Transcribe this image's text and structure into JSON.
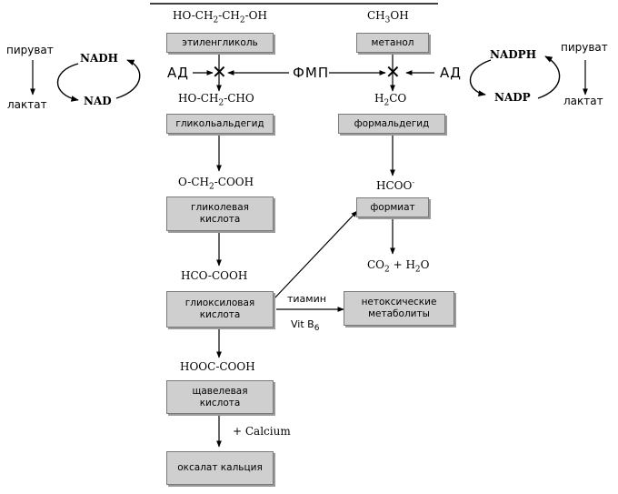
{
  "formulas": {
    "ethylene_glycol_a": "HO-CH",
    "ethylene_glycol_b": "-CH",
    "ethylene_glycol_c": "-OH",
    "methanol_a": "CH",
    "methanol_b": "OH",
    "glycolaldehyde": "HO-CH",
    "glycolaldehyde_b": "-CHO",
    "formaldehyde_a": "H",
    "formaldehyde_b": "CO",
    "glycolic_a": "O-CH",
    "glycolic_b": "-COOH",
    "formate_a": "HCOO",
    "formate_sup": "-",
    "glyoxylic": "HCO-COOH",
    "co2_a": "CO",
    "co2_b": " + H",
    "co2_c": "O",
    "oxalic": "HOOC-COOH",
    "sub2": "2",
    "sub3": "3"
  },
  "boxes": {
    "ethylene_glycol": "этиленгликоль",
    "methanol": "метанол",
    "glycolaldehyde": "гликольальдегид",
    "formaldehyde": "формальдегид",
    "glycolic_1": "гликолевая",
    "glycolic_2": "кислота",
    "formate": "формиат",
    "glyoxylic_1": "глиоксиловая",
    "glyoxylic_2": "кислота",
    "nontoxic_1": "нетоксические",
    "nontoxic_2": "метаболиты",
    "oxalic_1": "щавелевая",
    "oxalic_2": "кислота",
    "calcium_oxalate": "оксалат кальция"
  },
  "labels": {
    "pyruvate": "пируват",
    "lactate": "лактат",
    "nadh": "NADH",
    "nad": "NAD",
    "nadph": "NADPH",
    "nadp": "NADP",
    "ad": "АД",
    "fmp": "ФМП",
    "inhibit": "✕",
    "thiamine": "тиамин",
    "vit": "Vit B",
    "vit_sub": "6",
    "calcium": "+ Calcium"
  }
}
